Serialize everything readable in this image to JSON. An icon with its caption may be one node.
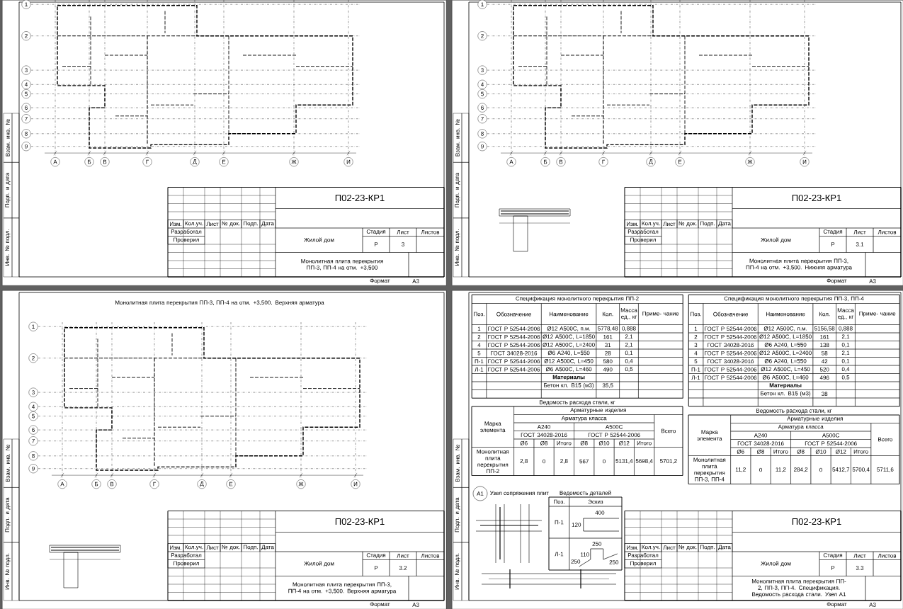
{
  "diagram": {
    "nodes": [
      {
        "text": [
          "П02-23-КР1",
          "Изм.",
          "Кол.уч.",
          "Лист",
          "№ док.",
          "Подп.",
          "Дата",
          "Разработал",
          "Проверил",
          "Жилой дом",
          "Стадия",
          "Лист",
          "Листов",
          "Р",
          "3",
          "Монолитная плита перекрытия ПП-3, ПП-4 на отм. +3,500",
          "Формат",
          "А3",
          "Взам. инв. №",
          "Подп. и дата",
          "Инв. № подл."
        ]
      },
      {
        "text": [
          "П02-23-КР1",
          "Изм.",
          "Кол.уч.",
          "Лист",
          "№ док.",
          "Подп.",
          "Дата",
          "Разработал",
          "Проверил",
          "Жилой дом",
          "Стадия",
          "Лист",
          "Листов",
          "Р",
          "3.1",
          "Монолитная плита перекрытия ПП-3, ПП-4 на отм. +3,500. Нижняя арматура",
          "Формат",
          "А3",
          "Взам. инв. №",
          "Подп. и дата",
          "Инв. № подл."
        ]
      },
      {
        "text": [
          "П02-23-КР1",
          "Изм.",
          "Кол.уч.",
          "Лист",
          "№ док.",
          "Подп.",
          "Дата",
          "Разработал",
          "Проверил",
          "Жилой дом",
          "Стадия",
          "Лист",
          "Листов",
          "Р",
          "3.2",
          "Монолитная плита перекрытия ПП-3, ПП-4 на отм. +3,500. Верхняя арматура",
          "Формат",
          "А3",
          "Взам. инв. №",
          "Подп. и дата",
          "Инв. № подл."
        ]
      },
      {
        "text": [
          "П02-23-КР1",
          "Изм.",
          "Кол.уч.",
          "Лист",
          "№ док.",
          "Подп.",
          "Дата",
          "Разработал",
          "Проверил",
          "Жилой дом",
          "Стадия",
          "Лист",
          "Листов",
          "Р",
          "3.3",
          "Монолитная плита перекрытия ПП-2, ПП-3, ПП-4. Спецификация. Ведомость расхода стали. Узел А1",
          "Формат",
          "А3",
          "Взам. инв. №",
          "Подп. и дата",
          "Инв. № подл."
        ]
      },
      {
        "text": [
          "Спецификация монолитного перекрытия ПП-2",
          "Поз.",
          "Обозначение",
          "Наименование",
          "Кол.",
          "Масса ед., кг",
          "Приме- чание",
          "1",
          "ГОСТ Р 52544-2006",
          "Ø12 А500С, п.м.",
          "5778,48",
          "0,888",
          "2",
          "ГОСТ Р 52544-2006",
          "Ø12 А500С, L=1850",
          "161",
          "2,1",
          "4",
          "ГОСТ Р 52544-2006",
          "Ø12 А500С, L=2400",
          "31",
          "2,1",
          "5",
          "ГОСТ 34028-2016",
          "Ø6 А240, L=550",
          "28",
          "0,1",
          "П-1",
          "ГОСТ Р 52544-2006",
          "Ø12 А500С, L=450",
          "580",
          "0,4",
          "Л-1",
          "ГОСТ Р 52544-2006",
          "Ø6 А500С, L=460",
          "490",
          "0,5",
          "Материалы",
          "Бетон кл. B15 (м3)",
          "35,5"
        ],
        "in": 3
      },
      {
        "text": [
          "Ведомость расхода стали, кг",
          "Марка элемента",
          "Арматурные изделия",
          "Арматура класса",
          "Всего",
          "А240",
          "А500С",
          "ГОСТ 34028-2016",
          "ГОСТ Р 52544-2006",
          "Ø6",
          "Ø8",
          "Итого",
          "Ø8",
          "Ø10",
          "Ø12",
          "Итого",
          "Монолитная плита перекрытия ПП-2",
          "2,8",
          "0",
          "2,8",
          "567",
          "0",
          "5131,4",
          "5698,4",
          "5701,2"
        ],
        "in": 3
      },
      {
        "text": [
          "Спецификация монолитного перекрытия ПП-3, ПП-4",
          "Поз.",
          "Обозначение",
          "Наименование",
          "Кол.",
          "Масса ед., кг",
          "Приме- чание",
          "1",
          "ГОСТ Р 52544-2006",
          "Ø12 А500С, п.м.",
          "5156,58",
          "0,888",
          "2",
          "ГОСТ Р 52544-2006",
          "Ø12 А500С, L=1850",
          "161",
          "2,1",
          "3",
          "ГОСТ 34028-2016",
          "Ø6 А240, L=550",
          "138",
          "0,1",
          "4",
          "ГОСТ Р 52544-2006",
          "Ø12 А500С, L=2400",
          "58",
          "2,1",
          "5",
          "ГОСТ 34028-2016",
          "Ø6 А240, L=550",
          "42",
          "0,1",
          "П-1",
          "ГОСТ Р 52544-2006",
          "Ø12 А500С, L=450",
          "520",
          "0,4",
          "Л-1",
          "ГОСТ Р 52544-2006",
          "Ø6 А500С, L=460",
          "496",
          "0,5",
          "Материалы",
          "Бетон кл. B15 (м3)",
          "38"
        ],
        "in": 3
      },
      {
        "text": [
          "Ведомость расхода стали, кг",
          "Марка элемента",
          "Арматурные изделия",
          "Арматура класса",
          "Всего",
          "А240",
          "А500С",
          "ГОСТ 34028-2016",
          "ГОСТ Р 52544-2006",
          "Ø6",
          "Ø8",
          "Итого",
          "Ø8",
          "Ø10",
          "Ø12",
          "Итого",
          "Монолитная плита перекрытия ПП-3, ПП-4",
          "11,2",
          "0",
          "11,2",
          "284,2",
          "0",
          "5412,7",
          "5700,4",
          "5711,6"
        ],
        "in": 3
      },
      {
        "text": [
          "Ведомость деталей",
          "Поз.",
          "Эскиз",
          "П-1",
          "400",
          "120",
          "Л-1",
          "250",
          "110",
          "250",
          "250"
        ],
        "in": 3
      },
      {
        "text": [
          "А1"
        ],
        "in": 3,
        "beside": [
          "Узел сопряжения плит"
        ]
      }
    ],
    "labels": [
      "Монолитная плита перекрытия ПП-3, ПП-4 на отм. +3,500. Верхняя арматура",
      "1",
      "2",
      "3",
      "4",
      "5",
      "6",
      "7",
      "8",
      "9",
      "А",
      "Б",
      "В",
      "Г",
      "Д",
      "Е",
      "Ж",
      "И",
      "1",
      "2",
      "3",
      "4",
      "5",
      "6",
      "7",
      "8",
      "9",
      "А",
      "Б",
      "В",
      "Г",
      "Д",
      "Е",
      "Ж",
      "И",
      "1",
      "2",
      "3",
      "4",
      "5",
      "6",
      "7",
      "8",
      "9",
      "А",
      "Б",
      "В",
      "Г",
      "Д",
      "Е",
      "Ж",
      "И"
    ]
  }
}
